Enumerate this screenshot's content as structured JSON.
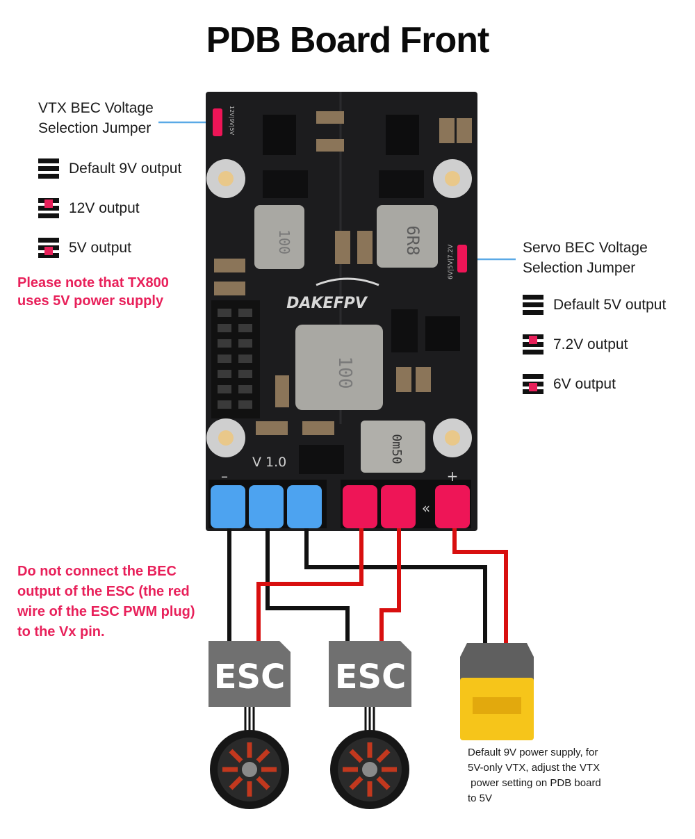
{
  "title": "PDB Board Front",
  "vtx": {
    "heading": [
      "VTX BEC Voltage",
      "Selection Jumper"
    ],
    "options": [
      {
        "label": "Default 9V output",
        "pattern": "none"
      },
      {
        "label": "12V output",
        "pattern": "top"
      },
      {
        "label": "5V output",
        "pattern": "bottom"
      }
    ],
    "note": [
      "Please note that TX800",
      "uses 5V power supply"
    ],
    "jumper_label": "12V|9V|5V"
  },
  "servo": {
    "heading": [
      "Servo BEC Voltage",
      "Selection Jumper"
    ],
    "options": [
      {
        "label": "Default 5V output",
        "pattern": "none"
      },
      {
        "label": "7.2V output",
        "pattern": "top"
      },
      {
        "label": "6V output",
        "pattern": "bottom"
      }
    ],
    "jumper_label": "6V|5V|7.2V"
  },
  "warning": [
    "Do not connect the BEC",
    "output of the ESC (the red",
    "wire of the ESC PWM plug)",
    "to the Vx pin."
  ],
  "battery_note": [
    "Default 9V power supply, for",
    "5V-only VTX, adjust the VTX",
    " power setting on PDB board",
    "to 5V"
  ],
  "board": {
    "brand": "DAKEFPV",
    "version": "V 1.0",
    "inductor_top_left": "100",
    "inductor_top_right": "6R8",
    "inductor_center": "100",
    "inductor_bottom": "0m50"
  },
  "esc_labels": [
    "ESC",
    "ESC"
  ],
  "colors": {
    "accent": "#e8205a",
    "pointer": "#5aa9e6",
    "board": "#1c1c1e",
    "blue_terminal": "#4da3f0",
    "red_terminal": "#ee1557",
    "wire_red": "#d80f0f",
    "wire_black": "#111111",
    "esc_box": "#707070",
    "xt_connector": "#f6c51a"
  }
}
